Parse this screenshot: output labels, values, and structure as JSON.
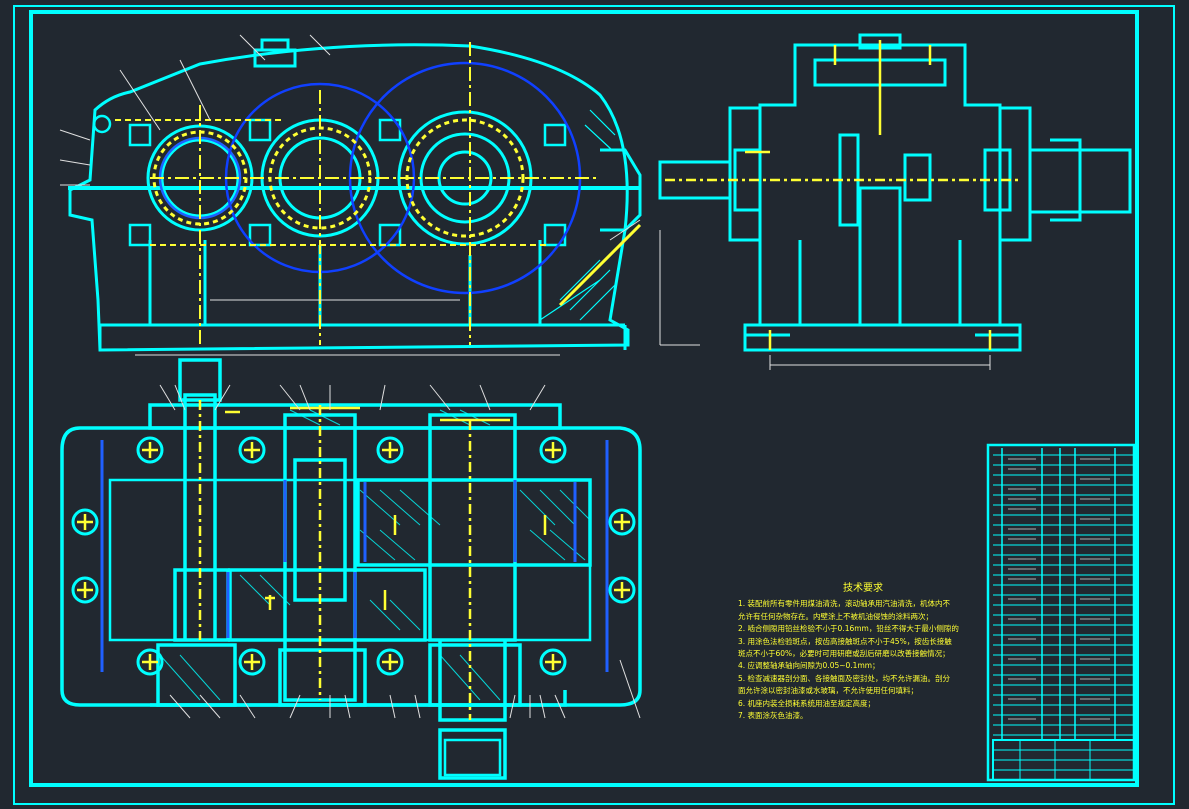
{
  "colors": {
    "background": "#212830",
    "outline": "#00ffff",
    "centerline": "#ffff33",
    "pitch_circle": "#1040ff",
    "dimension": "#e0e0e0"
  },
  "tech_notes": {
    "title": "技术要求",
    "lines": [
      "1. 装配前所有零件用煤油清洗，滚动轴承用汽油清洗，机体内不",
      "   允许有任何杂物存在。内壁涂上不被机油侵蚀的涂料两次；",
      "2. 啮合侧隙用铅丝检验不小于0.16mm，铅丝不得大于最小侧隙的",
      "3. 用涂色法检验斑点，按齿高接触斑点不小于45%，按齿长接触",
      "   斑点不小于60%，必要时可用研磨或刮后研磨以改善接触情况；",
      "4. 应调整轴承轴向间隙为0.05~0.1mm；",
      "5. 检查减速器剖分面、各接触面及密封处，均不允许漏油。剖分",
      "   面允许涂以密封油漆或水玻璃，不允许使用任何填料；",
      "6. 机座内装全损耗系统用油至规定高度；",
      "7. 表面涂灰色油漆。"
    ]
  }
}
